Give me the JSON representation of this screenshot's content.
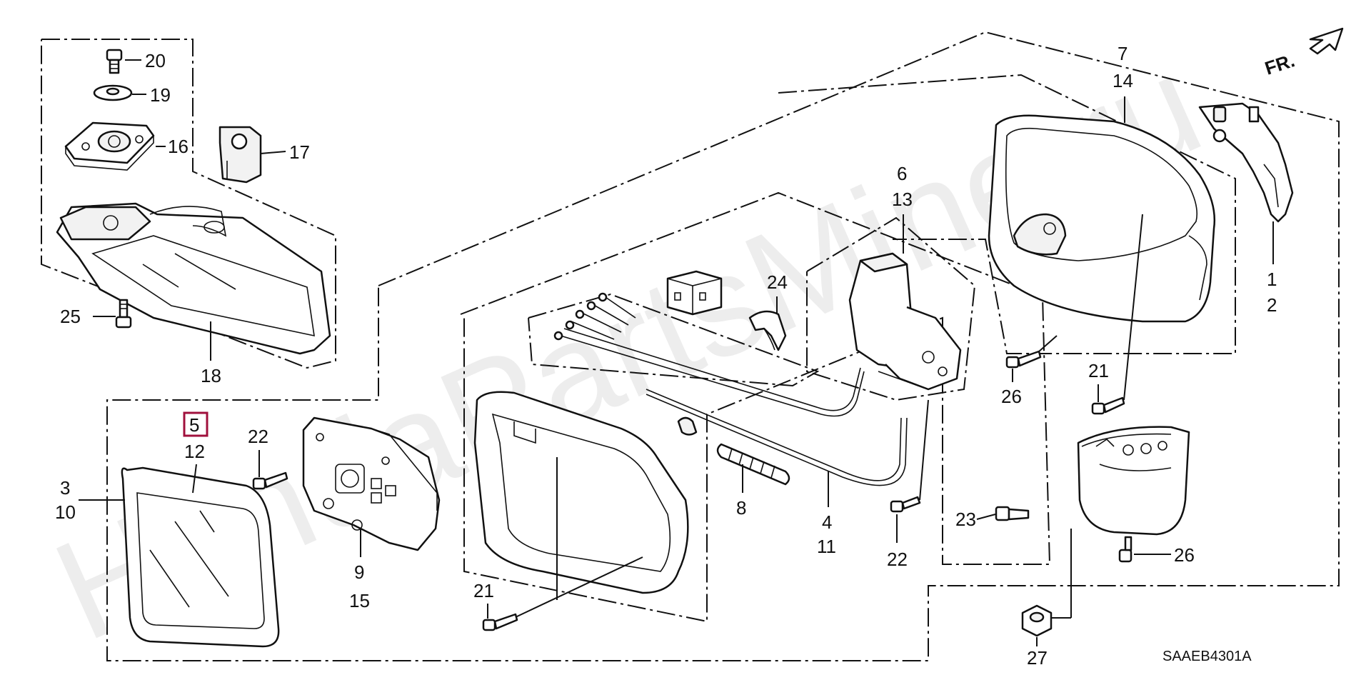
{
  "watermark": "HondaPartsMine.ru",
  "direction_arrow": {
    "label": "FR."
  },
  "diagram_code": "SAAEB4301A",
  "highlight_color": "#a0103c",
  "callouts": {
    "c1": "1",
    "c2": "2",
    "c3": "3",
    "c4": "4",
    "c5": "5",
    "c6": "6",
    "c7": "7",
    "c8": "8",
    "c9": "9",
    "c10": "10",
    "c11": "11",
    "c12": "12",
    "c13": "13",
    "c14": "14",
    "c15": "15",
    "c16": "16",
    "c17": "17",
    "c18": "18",
    "c19": "19",
    "c20": "20",
    "c21a": "21",
    "c21b": "21",
    "c22a": "22",
    "c22b": "22",
    "c23": "23",
    "c24": "24",
    "c25": "25",
    "c26a": "26",
    "c26b": "26",
    "c27": "27"
  },
  "highlighted_part": "5"
}
